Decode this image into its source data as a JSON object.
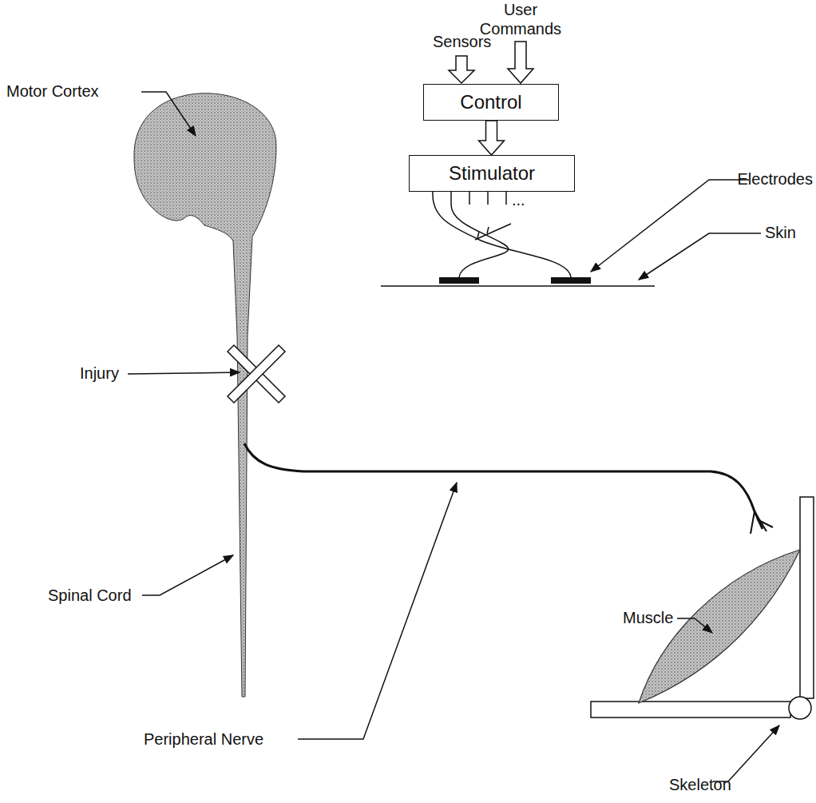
{
  "diagram": {
    "nodes": [
      {
        "text": [
          "Control"
        ]
      },
      {
        "text": [
          "Stimulator"
        ]
      }
    ],
    "edges": [
      {
        "from": 0,
        "to": 1,
        "arrow": "to"
      }
    ],
    "labels": [
      "User Commands",
      "Sensors",
      "Motor Cortex",
      "Injury",
      "Spinal Cord",
      "Peripheral Nerve",
      "Electrodes",
      "Skin",
      "Muscle",
      "Skeleton",
      "..."
    ]
  }
}
